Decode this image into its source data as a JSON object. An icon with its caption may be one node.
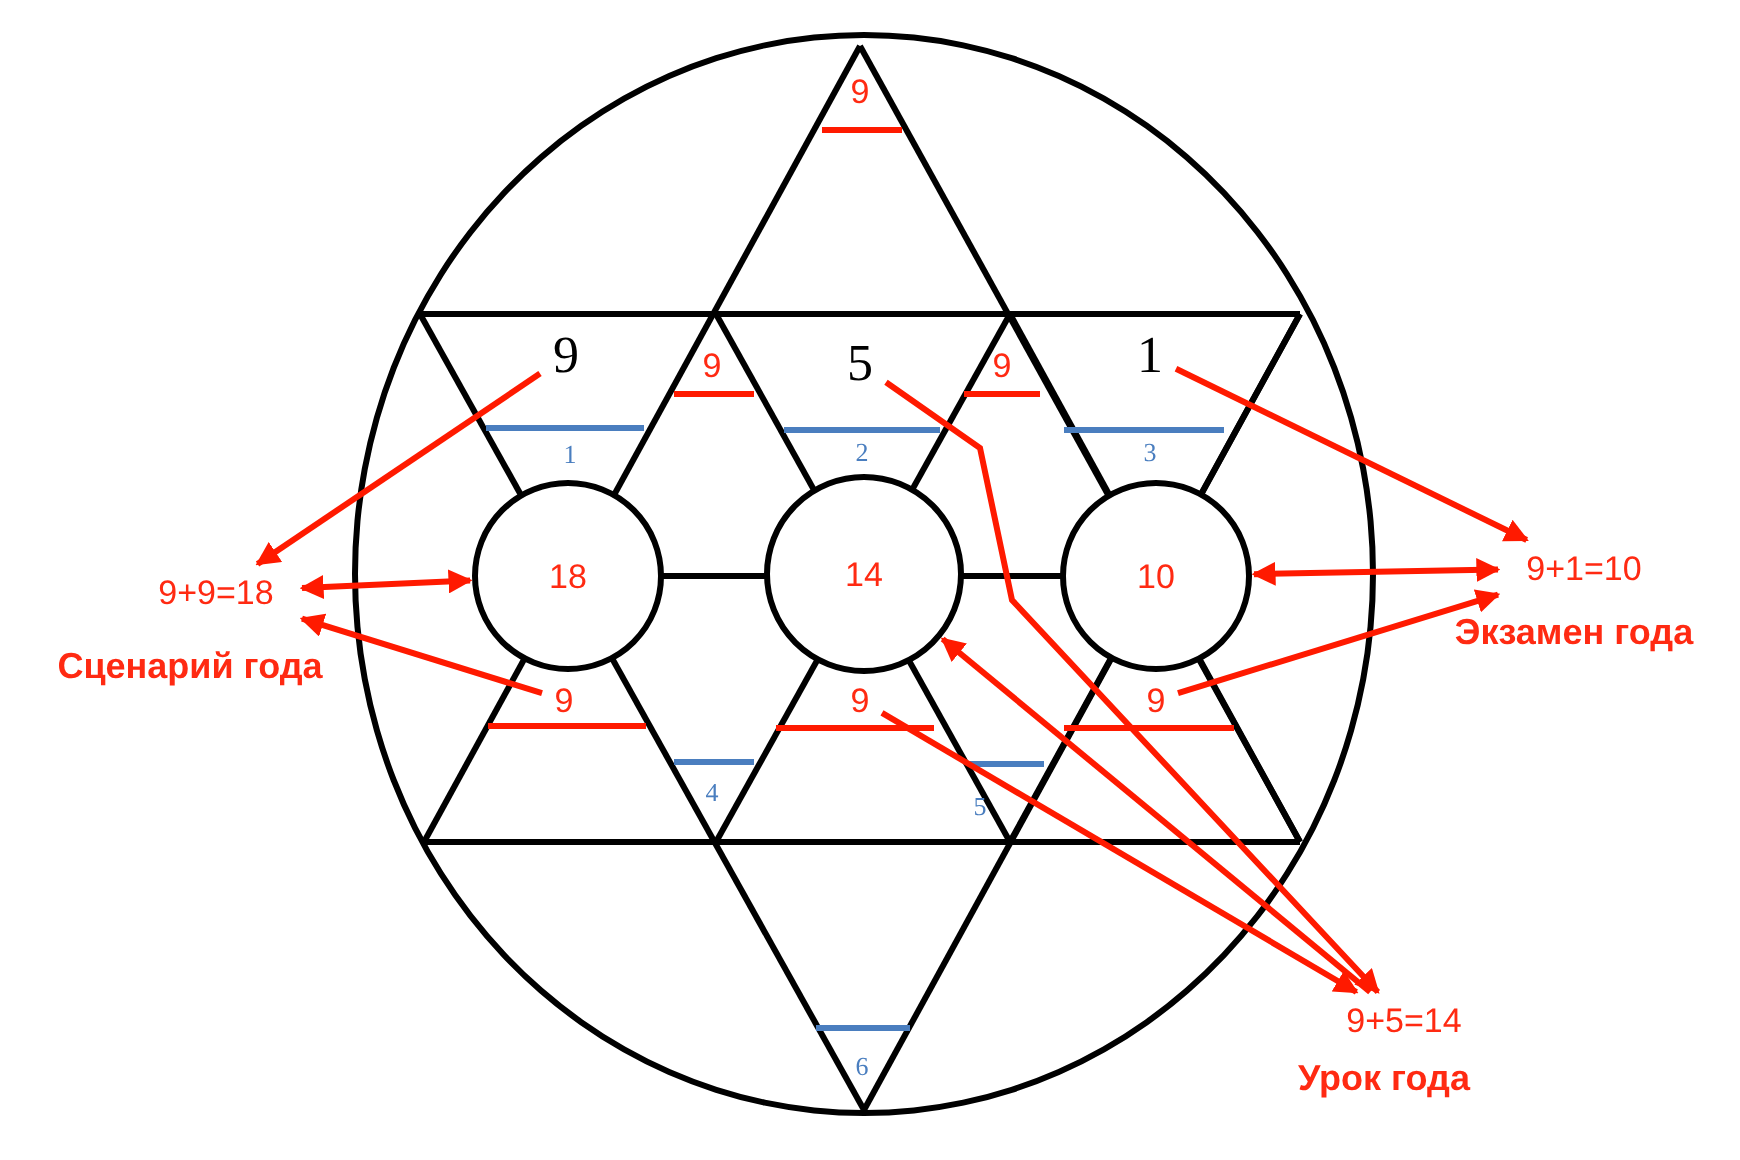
{
  "diagram": {
    "nodes": [
      {
        "text": [],
        "shape": "circle"
      },
      {
        "text": [
          "18"
        ],
        "in": 0
      },
      {
        "text": [
          "14"
        ],
        "in": 0
      },
      {
        "text": [
          "10"
        ],
        "in": 0
      },
      {
        "text": [
          "9"
        ],
        "in": 0
      },
      {
        "text": [
          "5"
        ],
        "in": 0
      },
      {
        "text": [
          "1"
        ],
        "in": 0
      },
      {
        "text": [
          "9"
        ],
        "in": 0
      },
      {
        "text": [
          "9"
        ],
        "in": 0
      },
      {
        "text": [
          "9"
        ],
        "in": 0
      },
      {
        "text": [
          "9+9=18"
        ],
        "beside": [
          "Сценарий года"
        ]
      },
      {
        "text": [
          "9+1=10"
        ],
        "beside": [
          "Экзамен года"
        ]
      },
      {
        "text": [
          "9+5=14"
        ],
        "beside": [
          "Урок года"
        ]
      }
    ],
    "edges": [
      {
        "from": 4,
        "to": 10,
        "arrow": "to"
      },
      {
        "from": 7,
        "to": 10,
        "arrow": "to"
      },
      {
        "from": 10,
        "to": 1,
        "arrow": "both"
      },
      {
        "from": 6,
        "to": 11,
        "arrow": "to"
      },
      {
        "from": 9,
        "to": 11,
        "arrow": "to"
      },
      {
        "from": 11,
        "to": 3,
        "arrow": "both"
      },
      {
        "from": 5,
        "to": 12,
        "arrow": "to"
      },
      {
        "from": 8,
        "to": 12,
        "arrow": "to"
      },
      {
        "from": 12,
        "to": 2,
        "arrow": "to"
      }
    ],
    "labels": [
      "9",
      "9",
      "9",
      "1",
      "2",
      "3",
      "4",
      "5",
      "6"
    ]
  }
}
